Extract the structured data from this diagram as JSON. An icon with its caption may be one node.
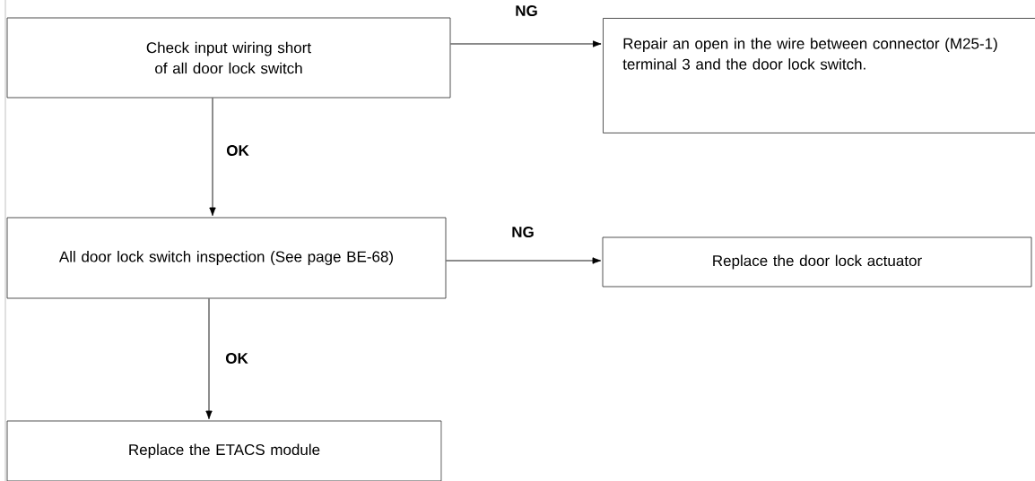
{
  "diagram": {
    "nodes": [
      {
        "text": [
          "Check input wiring short of all door lock switch"
        ]
      },
      {
        "text": [
          "Repair an open in the wire between connector (M25-1) terminal 3 and the door lock switch."
        ]
      },
      {
        "text": [
          "All door lock switch inspection (See page BE-68)"
        ]
      },
      {
        "text": [
          "Replace the door lock actuator"
        ]
      },
      {
        "text": [
          "Replace the ETACS module"
        ]
      }
    ],
    "edges": [
      {
        "from": 0,
        "to": 1,
        "arrow": "to",
        "label": "NG"
      },
      {
        "from": 0,
        "to": 2,
        "arrow": "to",
        "label": "OK"
      },
      {
        "from": 2,
        "to": 3,
        "arrow": "to",
        "label": "NG"
      },
      {
        "from": 2,
        "to": 4,
        "arrow": "to",
        "label": "OK"
      }
    ]
  }
}
